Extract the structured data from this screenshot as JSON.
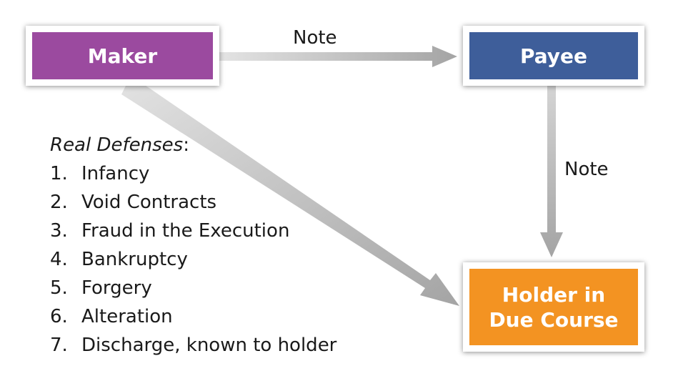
{
  "nodes": {
    "maker": {
      "label": "Maker",
      "color": "#9b4a9f"
    },
    "payee": {
      "label": "Payee",
      "color": "#3e5e9a"
    },
    "hdc": {
      "label": "Holder in\nDue Course",
      "color": "#f39322"
    }
  },
  "edges": {
    "maker_to_payee": "Note",
    "payee_to_hdc": "Note"
  },
  "defenses": {
    "title": "Real Defenses",
    "title_suffix": ":",
    "items": [
      {
        "num": "1.",
        "text": "Infancy"
      },
      {
        "num": "2.",
        "text": "Void Contracts"
      },
      {
        "num": "3.",
        "text": "Fraud in the Execution"
      },
      {
        "num": "4.",
        "text": "Bankruptcy"
      },
      {
        "num": "5.",
        "text": "Forgery"
      },
      {
        "num": "6.",
        "text": "Alteration"
      },
      {
        "num": "7.",
        "text": "Discharge, known to holder"
      }
    ]
  },
  "arrow_color": "#a7a7a7"
}
